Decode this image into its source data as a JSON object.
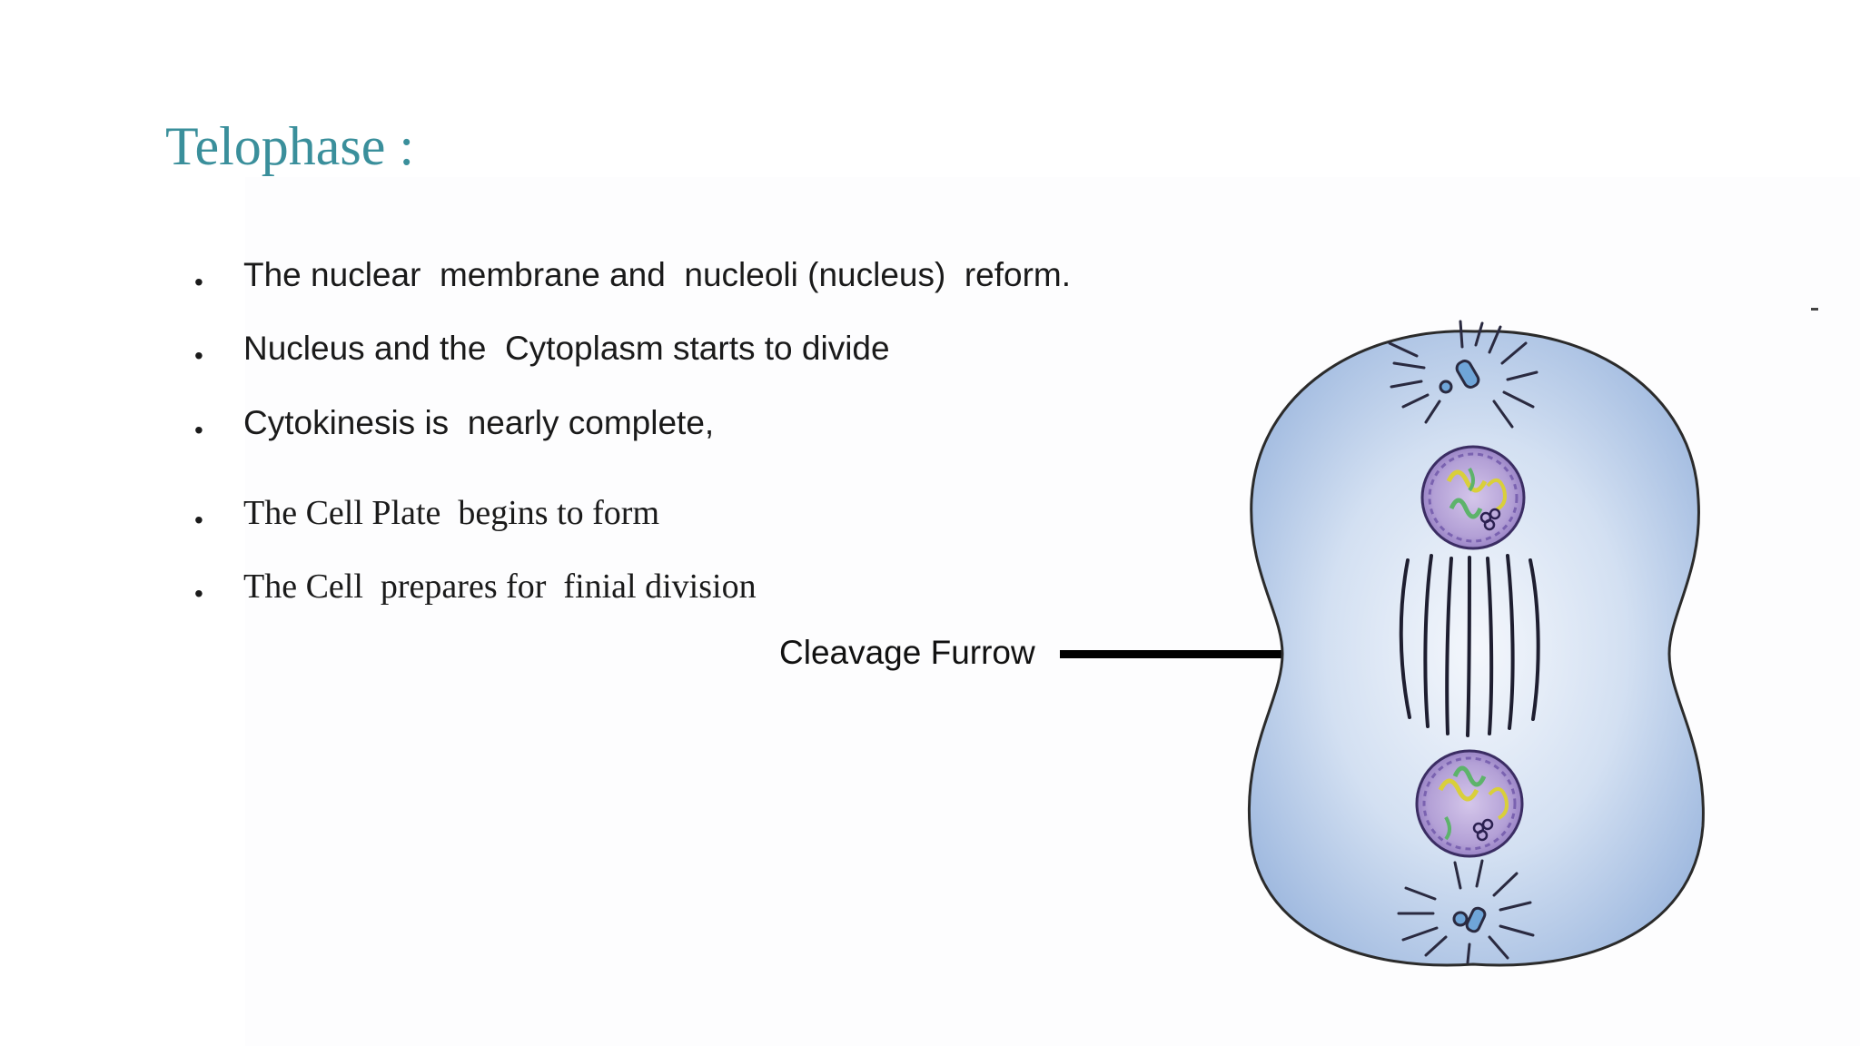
{
  "slide": {
    "title": "Telophase :",
    "bullets": [
      {
        "marker": "•",
        "text": "The nuclear  membrane and  nucleoli (nucleus)  reform."
      },
      {
        "marker": "•",
        "text": "Nucleus and the  Cytoplasm starts to divide"
      },
      {
        "marker": "•",
        "text": "Cytokinesis is  nearly complete,"
      },
      {
        "marker": "•",
        "text": "The Cell Plate  begins to form"
      },
      {
        "marker": "•",
        "text": "The Cell  prepares for  finial division"
      }
    ],
    "diagram": {
      "label": "Cleavage Furrow",
      "icon": "arrow-right-icon"
    },
    "colors": {
      "title": "#3a8f9b",
      "cell_fill": "#b9cde8",
      "nucleus_fill": "#a996cf",
      "text": "#1a1a1a"
    }
  }
}
